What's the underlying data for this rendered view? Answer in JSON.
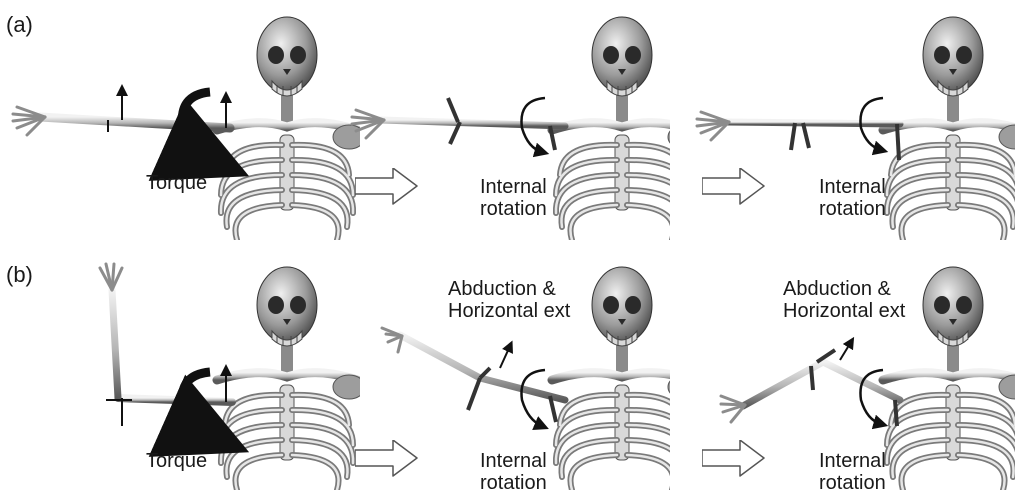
{
  "rows": [
    {
      "label": "(a)",
      "panels": [
        {
          "caption": "Torque",
          "top_caption": ""
        },
        {
          "caption_line1": "Internal",
          "caption_line2": "rotation",
          "top_caption": ""
        },
        {
          "caption_line1": "Internal",
          "caption_line2": "rotation",
          "top_caption": ""
        }
      ]
    },
    {
      "label": "(b)",
      "panels": [
        {
          "caption": "Torque",
          "top_caption": ""
        },
        {
          "caption_line1": "Internal",
          "caption_line2": "rotation",
          "top_caption_line1": "Abduction &",
          "top_caption_line2": "Horizontal ext"
        },
        {
          "caption_line1": "Internal",
          "caption_line2": "rotation",
          "top_caption_line1": "Abduction &",
          "top_caption_line2": "Horizontal ext"
        }
      ]
    }
  ],
  "icons": {
    "skeleton": "skeleton-torso-icon",
    "sequence_arrow": "hollow-right-arrow-icon",
    "rotation_arrow": "curved-rotation-arrow-icon"
  },
  "colors": {
    "bone": "#bdbdbd",
    "bone_dark": "#6e6e6e",
    "ink": "#1a1a1a"
  }
}
